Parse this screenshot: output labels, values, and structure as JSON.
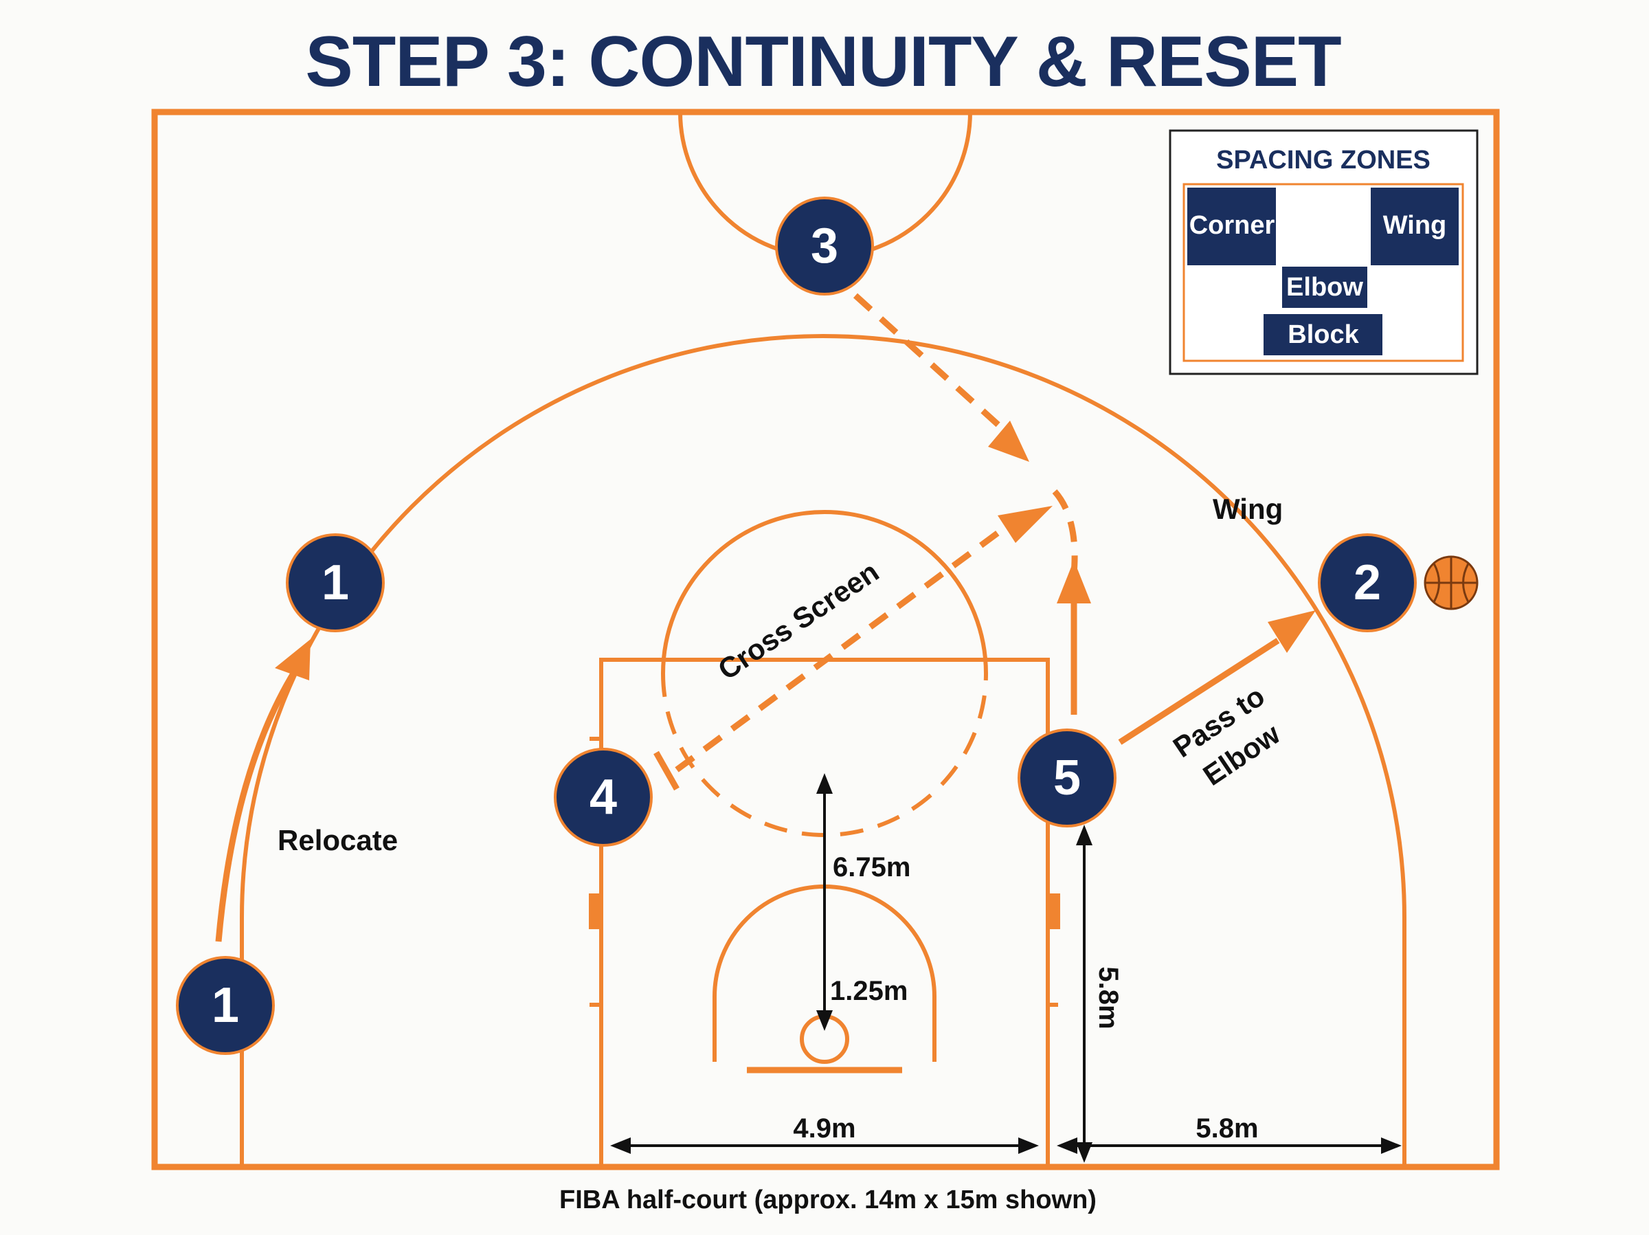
{
  "title": "STEP 3: CONTINUITY & RESET",
  "caption": "FIBA half-court (approx. 14m x 15m shown)",
  "colors": {
    "court": "#f08430",
    "navy": "#1a2f5e",
    "ink": "#111111"
  },
  "legend": {
    "title": "SPACING ZONES",
    "zones": [
      "Corner",
      "Wing",
      "Elbow",
      "Block"
    ]
  },
  "players": {
    "p1_top": "1",
    "p1_bottom": "1",
    "p2": "2",
    "p3": "3",
    "p4": "4",
    "p5": "5"
  },
  "labels": {
    "wing": "Wing",
    "relocate": "Relocate",
    "cross_screen": "Cross Screen",
    "pass_line1": "Pass to",
    "pass_line2": "Elbow"
  },
  "dimensions": {
    "three_point_radius": "6.75m",
    "restricted_radius": "1.25m",
    "lane_length": "5.8m",
    "lane_width": "4.9m",
    "lane_to_line": "5.8m"
  },
  "icons": {
    "ball": "basketball-icon"
  }
}
